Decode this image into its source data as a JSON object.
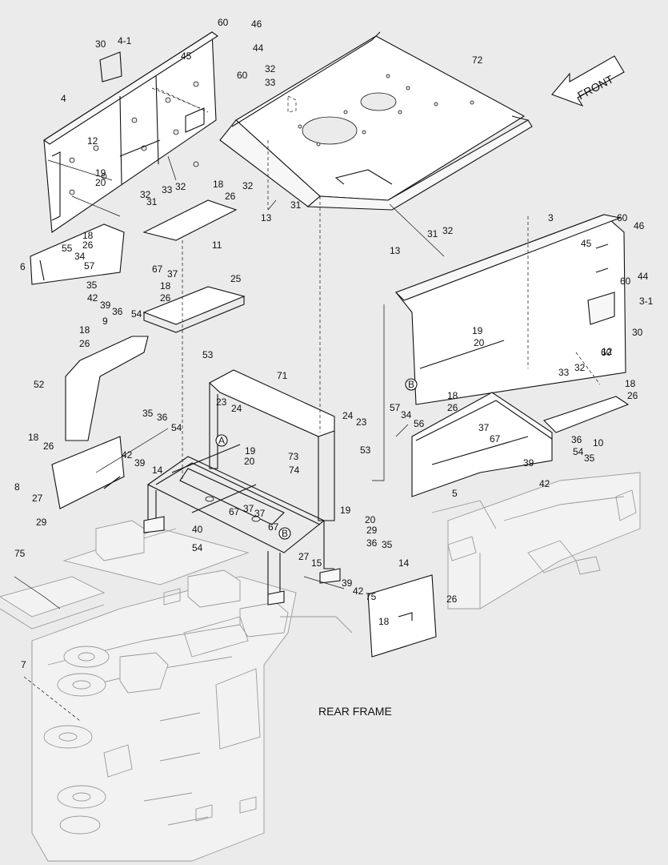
{
  "diagram": {
    "caption": "REAR FRAME",
    "direction_label": "FRONT",
    "callouts": [
      "A",
      "B"
    ],
    "part_numbers": [
      "60",
      "46",
      "44",
      "60",
      "30",
      "4-1",
      "45",
      "72",
      "32",
      "33",
      "4",
      "12",
      "19",
      "20",
      "32",
      "33",
      "32",
      "18",
      "26",
      "32",
      "31",
      "31",
      "13",
      "11",
      "18",
      "26",
      "55",
      "34",
      "57",
      "6",
      "67",
      "37",
      "35",
      "42",
      "39",
      "36",
      "54",
      "18",
      "26",
      "25",
      "18",
      "26",
      "9",
      "52",
      "53",
      "71",
      "13",
      "31",
      "32",
      "3",
      "60",
      "46",
      "45",
      "60",
      "44",
      "3-1",
      "30",
      "12",
      "19",
      "20",
      "33",
      "32",
      "60",
      "18",
      "26",
      "B",
      "18",
      "26",
      "10",
      "57",
      "34",
      "56",
      "24",
      "23",
      "23",
      "24",
      "37",
      "67",
      "36",
      "54",
      "35",
      "39",
      "42",
      "5",
      "73",
      "74",
      "53",
      "35",
      "36",
      "54",
      "42",
      "39",
      "14",
      "19",
      "20",
      "A",
      "18",
      "26",
      "8",
      "27",
      "29",
      "67",
      "37",
      "37",
      "67",
      "B",
      "19",
      "20",
      "29",
      "27",
      "15",
      "40",
      "54",
      "36",
      "35",
      "14",
      "39",
      "42",
      "75",
      "75",
      "7",
      "26",
      "18"
    ]
  }
}
